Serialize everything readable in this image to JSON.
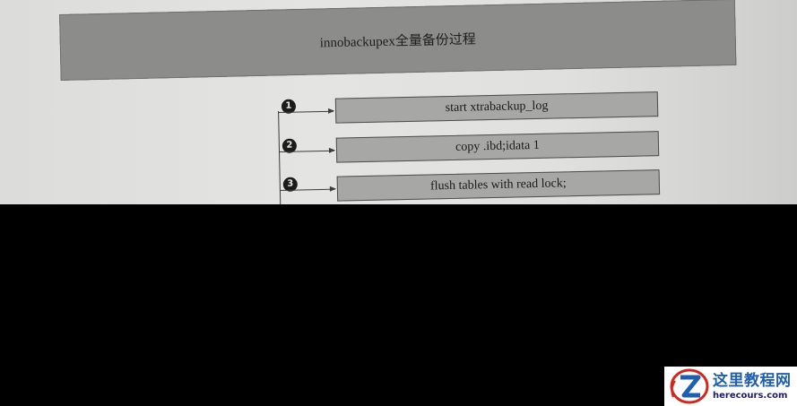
{
  "diagram": {
    "title": "innobackupex全量备份过程",
    "steps": [
      {
        "number": "1",
        "label": "start xtrabackup_log"
      },
      {
        "number": "2",
        "label": "copy .ibd;idata 1"
      },
      {
        "number": "3",
        "label": "flush tables with read lock;"
      }
    ]
  },
  "watermark": {
    "site_name": "这里教程网",
    "site_url": "herecours.com"
  },
  "colors": {
    "paper": "#e0e0df",
    "title_band": "#8c8c8b",
    "step_box": "#a7a7a6",
    "occluded_area": "#000000",
    "watermark_blue": "#1f5fae",
    "watermark_red": "#d0281e"
  }
}
